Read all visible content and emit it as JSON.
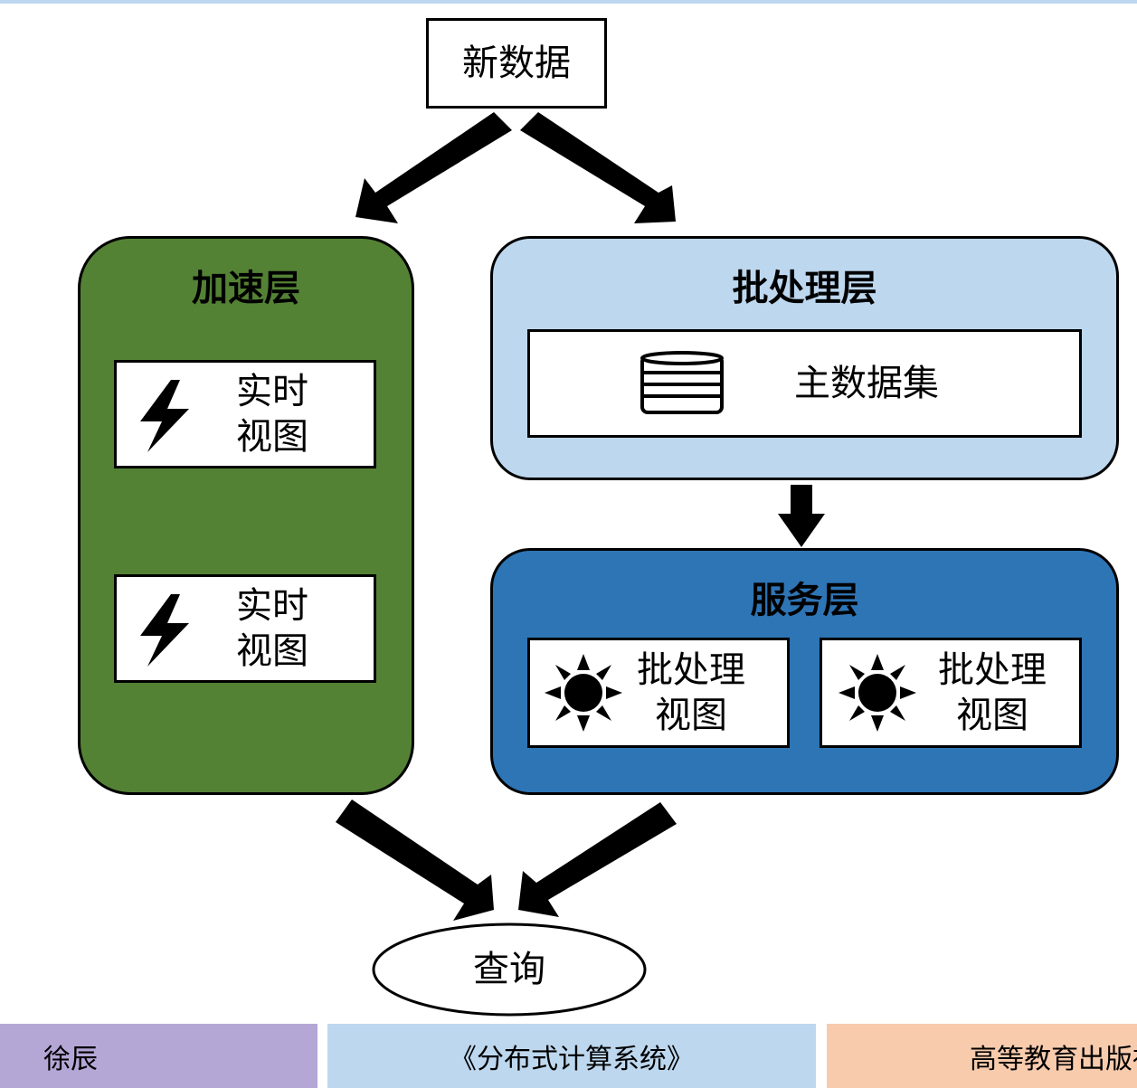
{
  "new_data": "新数据",
  "speed_layer": {
    "title": "加速层",
    "views": [
      {
        "line1": "实时",
        "line2": "视图",
        "icon": "lightning-icon"
      },
      {
        "line1": "实时",
        "line2": "视图",
        "icon": "lightning-icon"
      }
    ],
    "color": "#548235"
  },
  "batch_layer": {
    "title": "批处理层",
    "master": {
      "label": "主数据集",
      "icon": "database-icon"
    },
    "color": "#bdd7ee"
  },
  "serving_layer": {
    "title": "服务层",
    "views": [
      {
        "line1": "批处理",
        "line2": "视图",
        "icon": "sun-icon"
      },
      {
        "line1": "批处理",
        "line2": "视图",
        "icon": "sun-icon"
      }
    ],
    "color": "#2e75b6"
  },
  "query": "查询",
  "footer": {
    "author": "徐辰",
    "book": "《分布式计算系统》",
    "publisher": "高等教育出版社",
    "colors": {
      "author": "#b4a7d6",
      "book": "#bdd7ee",
      "publisher": "#f8cbad"
    }
  }
}
